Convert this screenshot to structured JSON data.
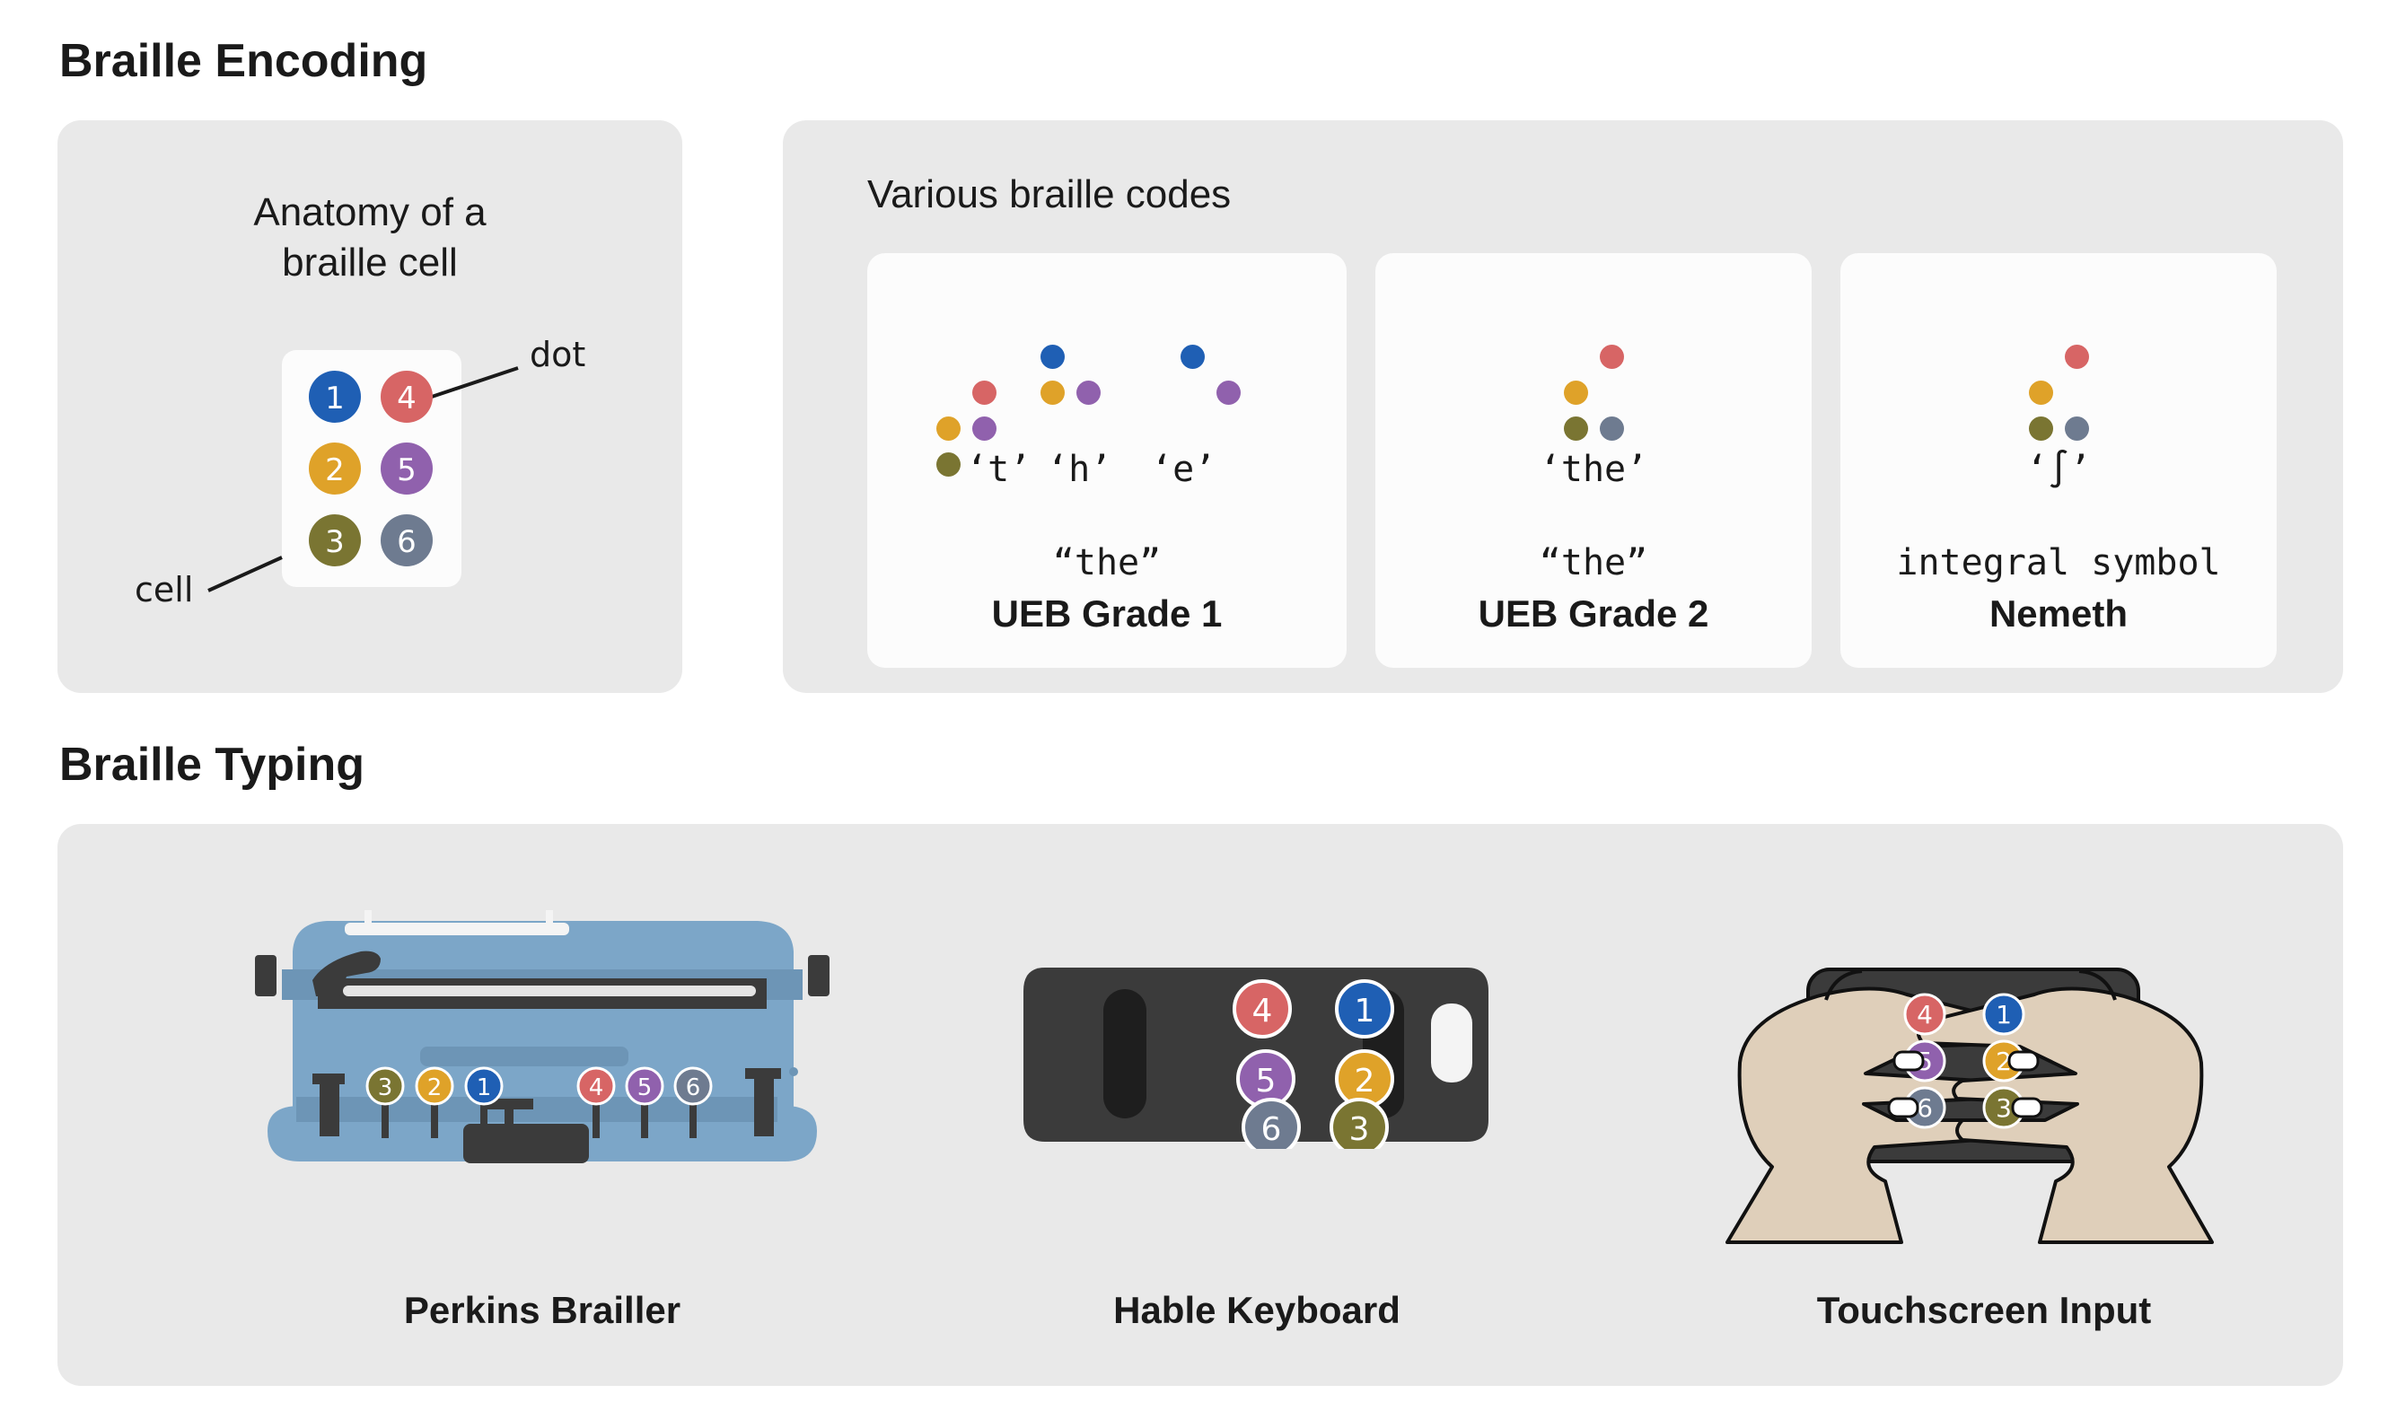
{
  "colors": {
    "d1": "#1f5fb4",
    "d2": "#dfa229",
    "d3": "#7a7532",
    "d4": "#d76565",
    "d5": "#9061ad",
    "d6": "#6e7b90",
    "panel": "#e9e9e9",
    "card": "#fcfcfc",
    "perkins_body": "#7ca6c8",
    "device": "#3b3b3b",
    "skin": "#dfcfba"
  },
  "encoding": {
    "title": "Braille Encoding",
    "anatomy": {
      "title_line1": "Anatomy of a",
      "title_line2": "braille cell",
      "dot_label": "dot",
      "cell_label": "cell",
      "numbers": [
        "1",
        "2",
        "3",
        "4",
        "5",
        "6"
      ]
    },
    "codes": {
      "title": "Various braille codes",
      "cards": [
        {
          "chars": [
            "‘t’",
            "‘h’",
            "‘e’"
          ],
          "word": "“the”",
          "name": "UEB Grade 1"
        },
        {
          "chars": [
            "‘the’"
          ],
          "word": "“the”",
          "name": "UEB Grade 2"
        },
        {
          "chars": [
            "‘∫’"
          ],
          "word": "integral symbol",
          "name": "Nemeth"
        }
      ]
    }
  },
  "typing": {
    "title": "Braille Typing",
    "devices": [
      {
        "name": "Perkins Brailler",
        "keys": [
          "3",
          "2",
          "1",
          "4",
          "5",
          "6"
        ]
      },
      {
        "name": "Hable Keyboard",
        "keys": [
          "4",
          "1",
          "5",
          "2",
          "6",
          "3"
        ]
      },
      {
        "name": "Touchscreen Input",
        "keys": [
          "4",
          "1",
          "5",
          "2",
          "6",
          "3"
        ]
      }
    ]
  }
}
